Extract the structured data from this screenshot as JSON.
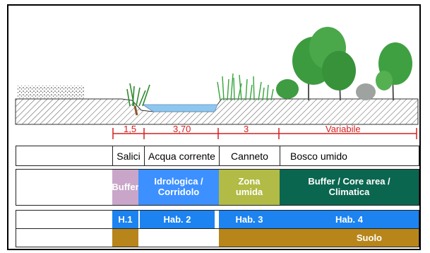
{
  "colors": {
    "buffer": "#c9a6c9",
    "idrologica": "#3d90ff",
    "zona_umida": "#b1bb45",
    "bosco": "#0b6650",
    "hab": "#1c83f0",
    "suolo": "#b7851a",
    "dimension": "#d32020",
    "water": "#8fc6ef"
  },
  "dimensions": [
    "1,5",
    "3,70",
    "3",
    "Variabile"
  ],
  "habitats": [
    "Salici",
    "Acqua corrente",
    "Canneto",
    "Bosco umido"
  ],
  "functions": {
    "buffer": "Buffer",
    "idrologica_line1": "Idrologica /",
    "idrologica_line2": "Corridolo",
    "zona_line1": "Zona",
    "zona_line2": "umida",
    "bosco_line1": "Buffer / Core area /",
    "bosco_line2": "Climatica"
  },
  "habitat_codes": [
    "H.1",
    "Hab. 2",
    "Hab. 3",
    "Hab. 4"
  ],
  "soil_label": "Suolo"
}
